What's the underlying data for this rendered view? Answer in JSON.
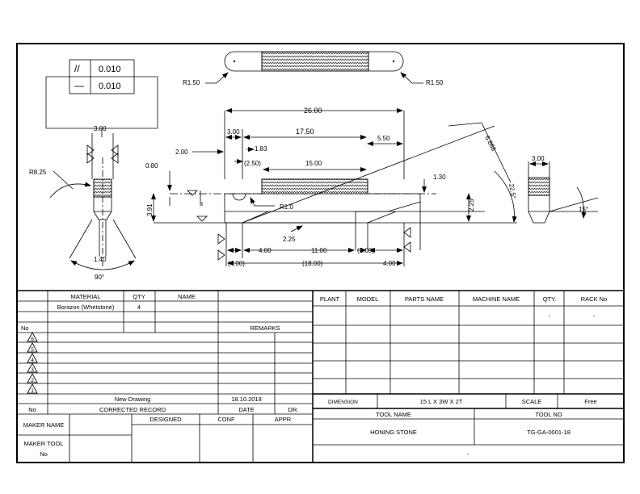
{
  "drawing": {
    "tolerance_frame": {
      "row1": {
        "symbol": "//",
        "value": "0.010"
      },
      "row2": {
        "symbol": "—",
        "value": "0.010"
      }
    },
    "dims": {
      "d_3_00_left": "3.00",
      "d_r8_25": "R8.25",
      "d_1_40": "1.40",
      "d_90": "90°",
      "d_r1_50_left": "R1.50",
      "d_r1_50_right": "R1.50",
      "d_26_00": "26.00",
      "d_3_00_mid": "3.00",
      "d_17_50": "17.50",
      "d_5_50": "5.50",
      "d_2_00": "2.00",
      "d_1_83": "1.83",
      "d_2_50": "(2.50)",
      "d_15_00": "15.00",
      "d_0_80": "0.80",
      "d_3_91": "3.91",
      "d_r1_0": "R1.0",
      "d_1_30": "1.30",
      "d_2_25_v": "2.25",
      "d_2_25_h": "2.25",
      "d_6_888": "6.888",
      "d_22_5": "22.5°",
      "d_4_00_a": "4.00",
      "d_11_00": "11.00",
      "d_3_00_p": "(3.00)",
      "d_4_00_b": "4.00",
      "d_4_00_p": "(4.00)",
      "d_18_00": "(18.00)",
      "d_3_00_right": "3.00",
      "d_15deg": "15°"
    }
  },
  "left_block": {
    "headers": {
      "material": "MATERIAL",
      "qty": "QTY",
      "name": "NAME"
    },
    "row1": {
      "material": "Borazon (Whetstone)",
      "qty": "4",
      "name": ""
    },
    "no_label": "No",
    "remarks_label": "REMARKS",
    "revisions": [
      "6",
      "5",
      "4",
      "3",
      "2",
      "1"
    ],
    "new_drawing": "New Drawing",
    "date_value": "18.10.2018",
    "footer": {
      "no": "No",
      "corrected": "CORRECTED RECORD",
      "date": "DATE",
      "dr": "DR."
    },
    "sign": {
      "designed": "DESIGNED",
      "conf": "CONF",
      "appr": "APPR"
    },
    "maker_name": "MAKER NAME",
    "maker_tool_1": "MAKER TOOL",
    "maker_tool_2": "No"
  },
  "right_block": {
    "headers": {
      "plant": "PLANT",
      "model": "MODEL",
      "parts_name": "PARTS NAME",
      "machine_name": "MACHINE NAME",
      "qty": "QTY.",
      "rack_no": "RACK No"
    },
    "row1": {
      "qty": "-",
      "rack_no": "-"
    },
    "dimension_label": "DIMENSION",
    "dimension_value": "15 L X 3W X 2T",
    "scale_label": "SCALE",
    "scale_value": "Free",
    "tool_name_label": "TOOL NAME",
    "tool_no_label": "TOOL NO",
    "tool_name_value": "HONING STONE",
    "tool_no_value": "TG-GA-0001-18",
    "bottom_value": "-"
  }
}
